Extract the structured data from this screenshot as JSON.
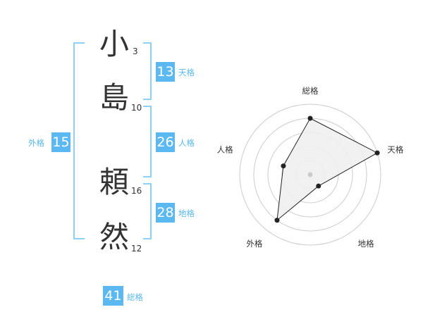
{
  "name": {
    "chars": [
      {
        "char": "小",
        "strokes": "3"
      },
      {
        "char": "島",
        "strokes": "10"
      },
      {
        "char": "頼",
        "strokes": "16"
      },
      {
        "char": "然",
        "strokes": "12"
      }
    ]
  },
  "kakusu": {
    "tenkaku": {
      "value": "13",
      "label": "天格"
    },
    "jinkaku": {
      "value": "26",
      "label": "人格"
    },
    "chikaku": {
      "value": "28",
      "label": "地格"
    },
    "gaikaku": {
      "value": "15",
      "label": "外格"
    },
    "soukaku": {
      "value": "41",
      "label": "総格"
    }
  },
  "chart_data": {
    "type": "radar",
    "axes": [
      "総格",
      "天格",
      "地格",
      "外格",
      "人格"
    ],
    "values": [
      4,
      5,
      1,
      4,
      2
    ],
    "rmax": 5,
    "rings": 5,
    "colors": {
      "fill": "#efefef",
      "line": "#222222",
      "grid": "#cccccc",
      "point": "#222222",
      "center": "#cccccc"
    }
  }
}
